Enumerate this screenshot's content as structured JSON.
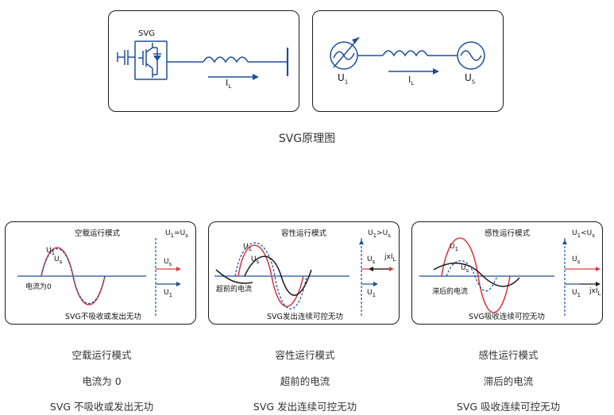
{
  "top": {
    "left": {
      "svg_label": "SVG",
      "current_label": "I",
      "current_sub": "L"
    },
    "right": {
      "u1_label": "U",
      "u1_sub": "1",
      "current_label": "I",
      "current_sub": "L",
      "us_label": "U",
      "us_sub": "S"
    },
    "title": "SVG原理图"
  },
  "panels": [
    {
      "title": "空载运行模式",
      "relation_a": "U",
      "relation_a_sub": "1",
      "relation_op": "=",
      "relation_b": "U",
      "relation_b_sub": "s",
      "u1": "U",
      "u1_sub": "1",
      "us": "U",
      "us_sub": "s",
      "current_text": "电流为0",
      "arrow_us": "U",
      "arrow_us_sub": "s",
      "arrow_u1": "U",
      "arrow_u1_sub": "1",
      "footer": "SVG不吸收或发出无功"
    },
    {
      "title": "容性运行模式",
      "relation_a": "U",
      "relation_a_sub": "1",
      "relation_op": ">",
      "relation_b": "U",
      "relation_b_sub": "s",
      "u1": "U",
      "u1_sub": "1",
      "us": "U",
      "us_sub": "s",
      "current_text": "超前的电流",
      "arrow_us": "U",
      "arrow_us_sub": "s",
      "arrow_u1": "U",
      "arrow_u1_sub": "1",
      "arrow_jx": "jxI",
      "arrow_jx_sub": "L",
      "footer": "SVG发出连续可控无功"
    },
    {
      "title": "感性运行模式",
      "relation_a": "U",
      "relation_a_sub": "1",
      "relation_op": "<",
      "relation_b": "U",
      "relation_b_sub": "s",
      "u1": "U",
      "u1_sub": "1",
      "us": "U",
      "us_sub": "s",
      "current_text": "滞后的电流",
      "arrow_us": "U",
      "arrow_us_sub": "s",
      "arrow_u1": "U",
      "arrow_u1_sub": "1",
      "arrow_jx": "jxI",
      "arrow_jx_sub": "L",
      "footer": "SVG吸收连续可控无功"
    }
  ],
  "captions": [
    {
      "mode": "空载运行模式",
      "current": "电流为 0",
      "effect": "SVG 不吸收或发出无功"
    },
    {
      "mode": "容性运行模式",
      "current": "超前的电流",
      "effect": "SVG 发出连续可控无功"
    },
    {
      "mode": "感性运行模式",
      "current": "滞后的电流",
      "effect": "SVG 吸收连续可控无功"
    }
  ],
  "colors": {
    "blue": "#1d4f9c",
    "red": "#d93a46",
    "black": "#1a1a1a"
  }
}
